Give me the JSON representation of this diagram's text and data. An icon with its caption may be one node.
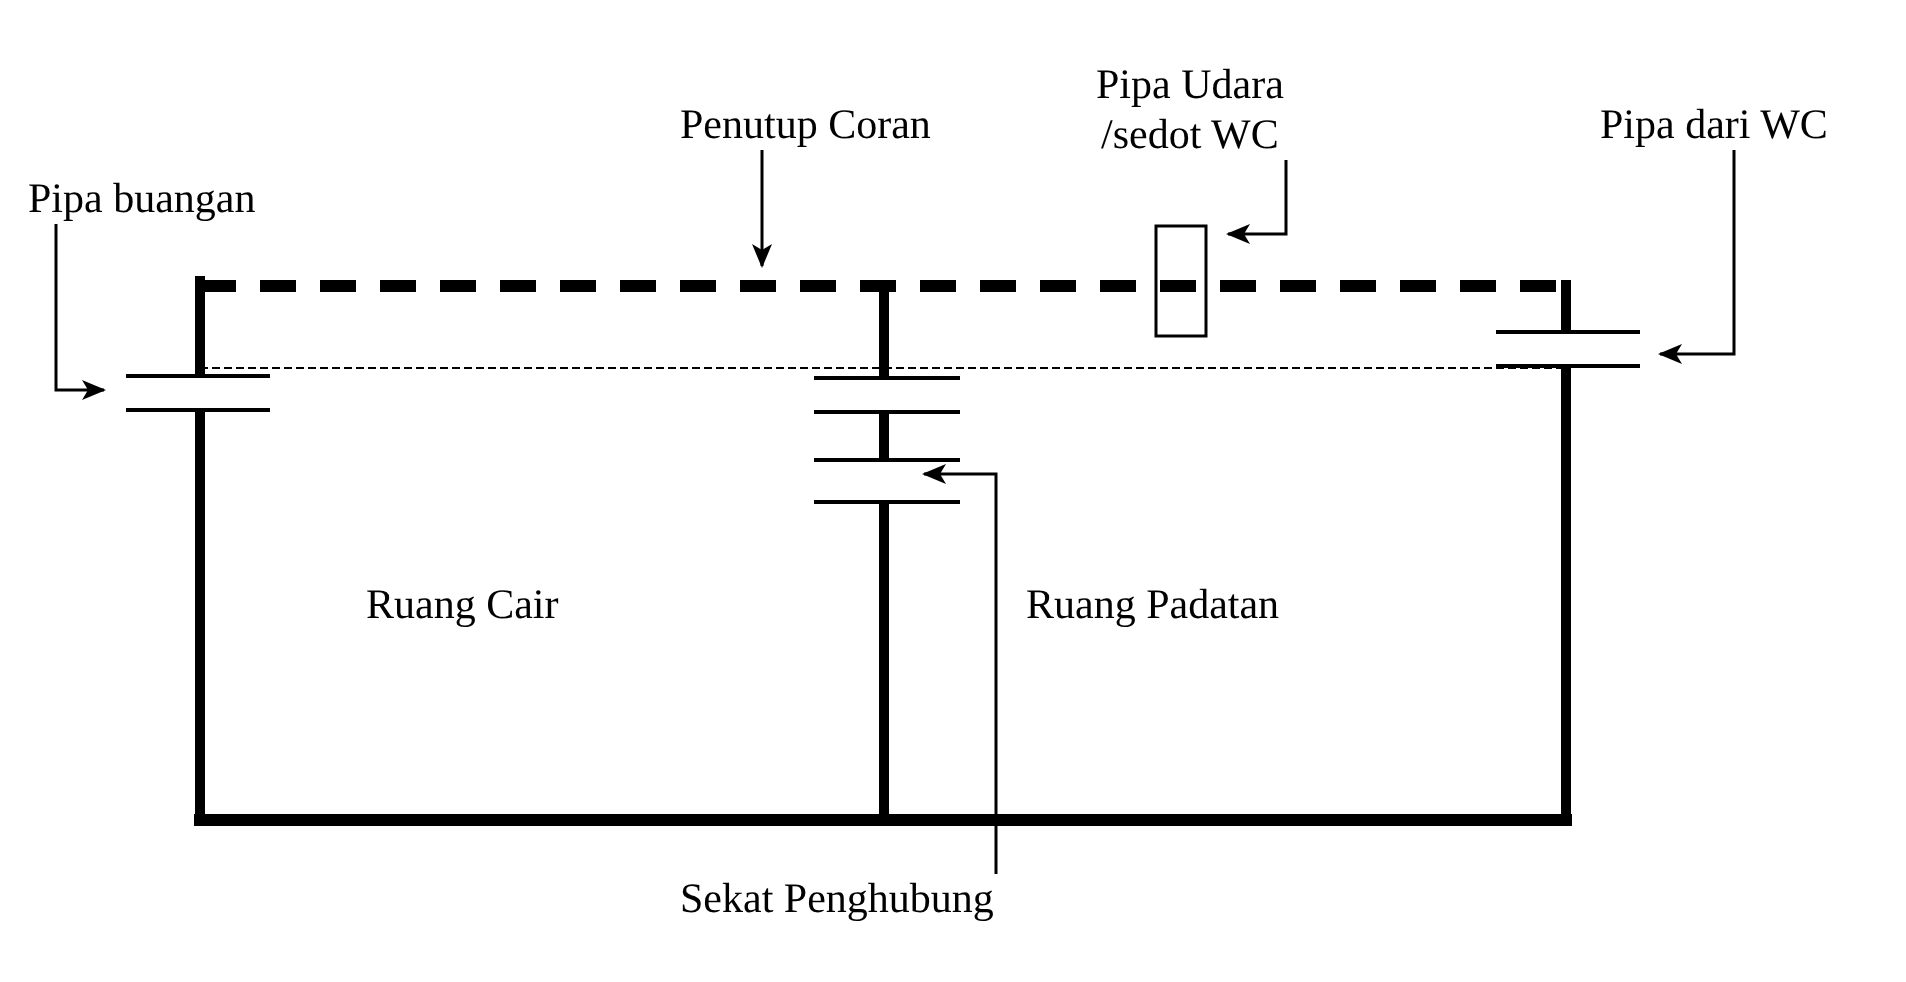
{
  "diagram": {
    "nodes": [
      {
        "text": [
          "Pipa buangan"
        ]
      },
      {
        "text": [
          "Penutup Coran"
        ]
      },
      {
        "text": [
          "Pipa Udara /sedot WC"
        ]
      },
      {
        "text": [
          "Pipa dari WC"
        ]
      },
      {
        "text": [
          "Sekat Penghubung"
        ]
      }
    ],
    "edges": [
      {
        "from": 0,
        "to": null,
        "arrow": "to"
      },
      {
        "from": 1,
        "to": null,
        "arrow": "to"
      },
      {
        "from": 2,
        "to": null,
        "arrow": "to"
      },
      {
        "from": 3,
        "to": null,
        "arrow": "to"
      },
      {
        "from": 4,
        "to": null,
        "arrow": "to"
      }
    ],
    "labels": [
      "Ruang Cair",
      "Ruang Padatan"
    ]
  }
}
